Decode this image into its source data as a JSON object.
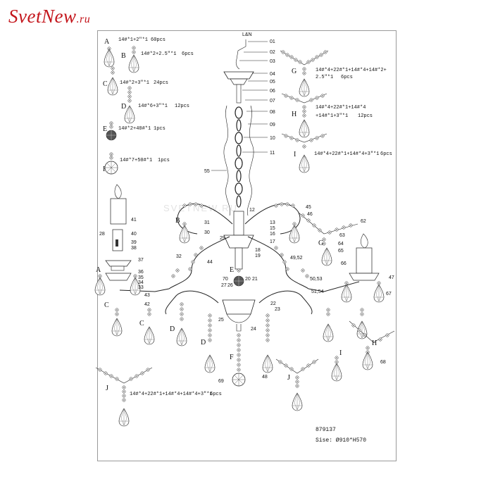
{
  "logo": {
    "text": "SvetNew",
    "suffix": ".ru",
    "color": "#c4161c"
  },
  "crystals": [
    {
      "letter": "A",
      "spec": "14#*1+2\"*1",
      "qty": "60pcs"
    },
    {
      "letter": "B",
      "spec": "14#*2+2.5\"*1",
      "qty": "6pcs"
    },
    {
      "letter": "C",
      "spec": "14#*2+3\"*1",
      "qty": "24pcs"
    },
    {
      "letter": "D",
      "spec": "14#*6+3\"*1",
      "qty": "12pcs"
    },
    {
      "letter": "E",
      "spec": "14#*2+40#*1",
      "qty": "1pcs"
    },
    {
      "letter": "F",
      "spec": "14#*7+50#*1",
      "qty": "1pcs"
    }
  ],
  "garlands": {
    "G": {
      "letter": "G",
      "spec1": "14#*4+22#*1+14#*4+14#*2+",
      "spec2": "2.5\"*1",
      "qty": "6pcs"
    },
    "H": {
      "letter": "H",
      "spec1": "14#*4+22#*1+14#*4",
      "spec2": "+14#*1+3\"*1",
      "qty": "12pcs"
    },
    "I": {
      "letter": "I",
      "spec1": "14#*4+22#*1+14#*4+3\"*1",
      "qty": "6pcs"
    },
    "J": {
      "letter": "J",
      "spec1": "14#*4+22#*1+14#*4+14#*4+3\"*1",
      "qty": "6pcs"
    }
  },
  "top_label": "L&N",
  "parts_right": [
    "01",
    "02",
    "03",
    "04",
    "05",
    "06",
    "07",
    "08",
    "09",
    "10",
    "11"
  ],
  "parts": {
    "p55": "55",
    "p12": "12",
    "p45": "45",
    "p46": "46",
    "p62": "62",
    "p63": "63",
    "p64": "64",
    "p65": "65",
    "p66": "66",
    "p47": "47",
    "p67": "67",
    "p68": "68",
    "p13": "13",
    "p15": "15",
    "p16": "16",
    "p17": "17",
    "p18": "18",
    "p19": "19",
    "p31": "31",
    "p30": "30",
    "p29": "29",
    "p41": "41",
    "p28": "28",
    "p40": "40",
    "p39": "39",
    "p38": "38",
    "p37": "37",
    "p36": "36",
    "p35": "35",
    "p34": "34",
    "p33": "33",
    "p32": "32",
    "p44": "44",
    "p43": "43",
    "p42": "42",
    "p70": "70",
    "p20": "20",
    "p21": "21",
    "p27": "27",
    "p26": "26",
    "p22": "22",
    "p23": "23",
    "p25": "25",
    "p24": "24",
    "p69": "69",
    "p48": "48",
    "p4952": "49,52",
    "p5053": "50,53",
    "p5154": "51,54"
  },
  "label_letters": {
    "A": "A",
    "B": "B",
    "C": "C",
    "D": "D",
    "E": "E",
    "F": "F",
    "G": "G",
    "H": "H",
    "I": "I",
    "J": "J"
  },
  "model": "879137",
  "size": "Sise: Ø910*H570",
  "watermark": "SVETNEW.RU"
}
